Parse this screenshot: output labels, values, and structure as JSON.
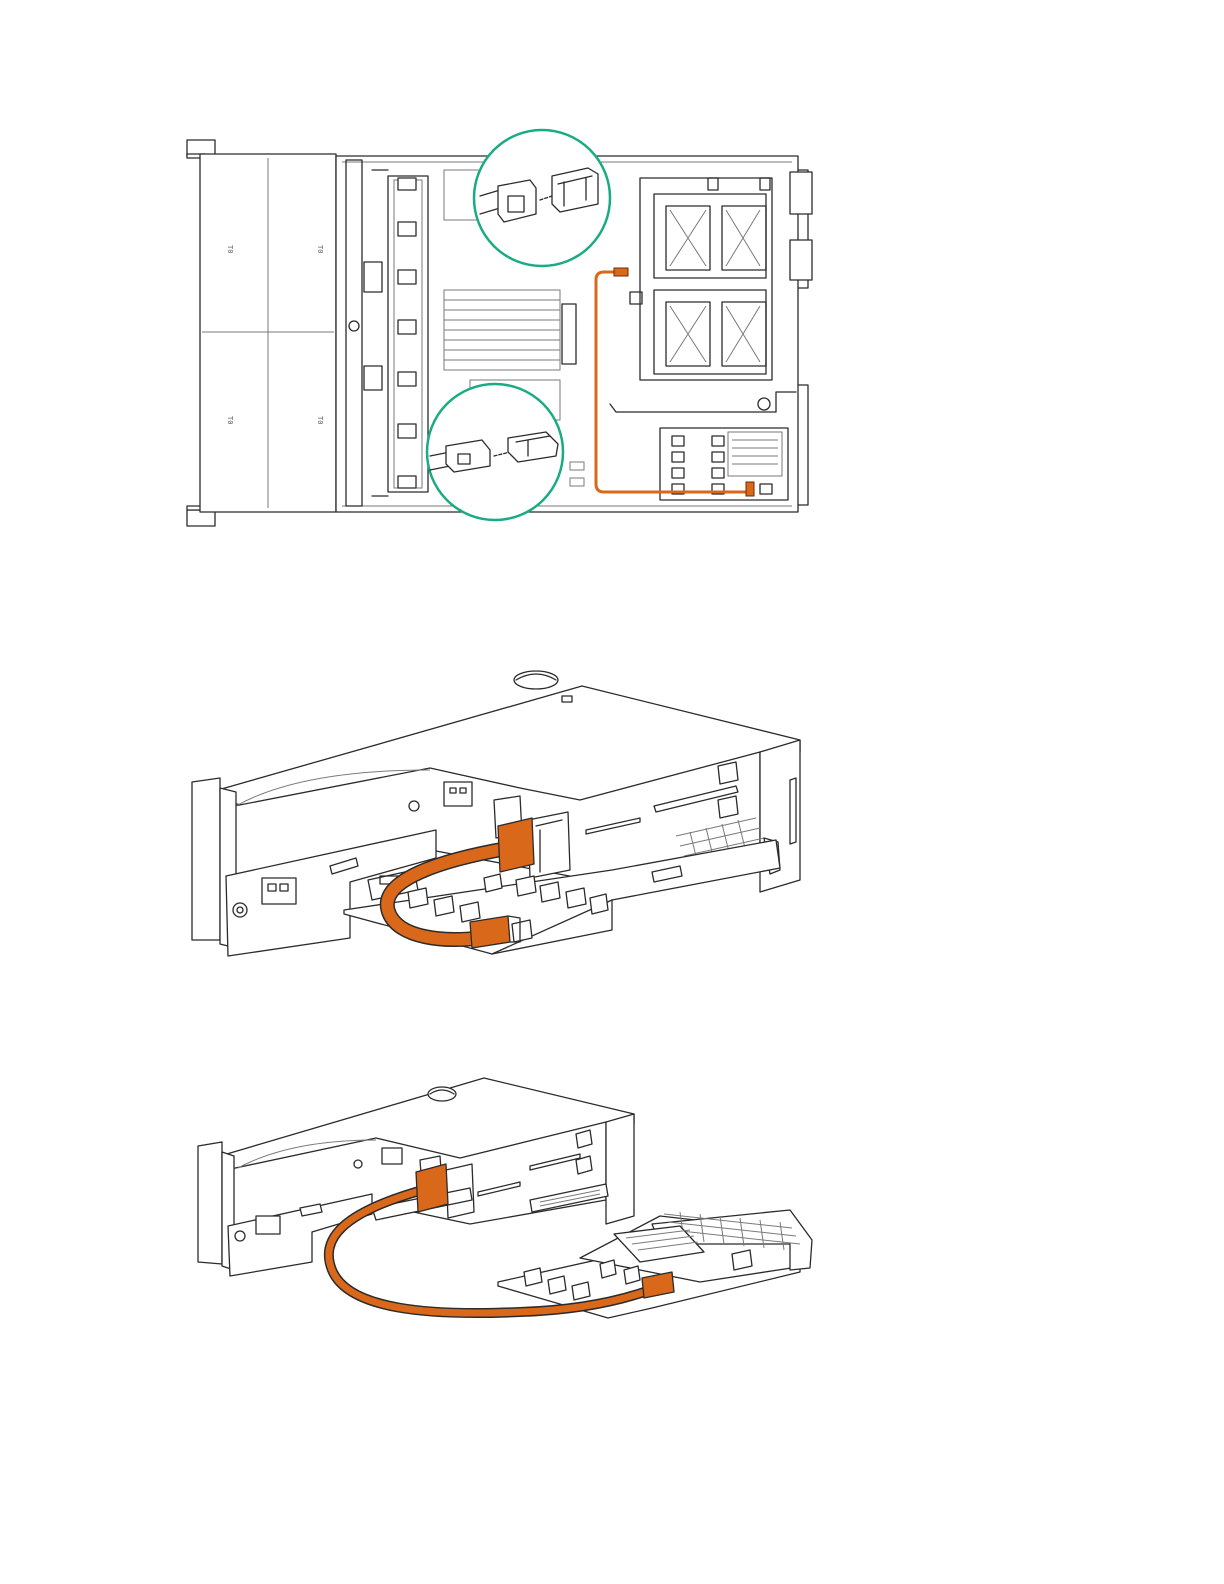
{
  "colors": {
    "cable": "#d9681b",
    "cable_dark": "#b65210",
    "callout_ring": "#1aab84",
    "outline": "#2b2b2b"
  },
  "figures": [
    {
      "id": "server-top-view",
      "callouts": [
        "connector-detail-top",
        "connector-detail-bottom"
      ]
    },
    {
      "id": "riser-cage-cabled"
    },
    {
      "id": "riser-cage-to-controller"
    }
  ]
}
